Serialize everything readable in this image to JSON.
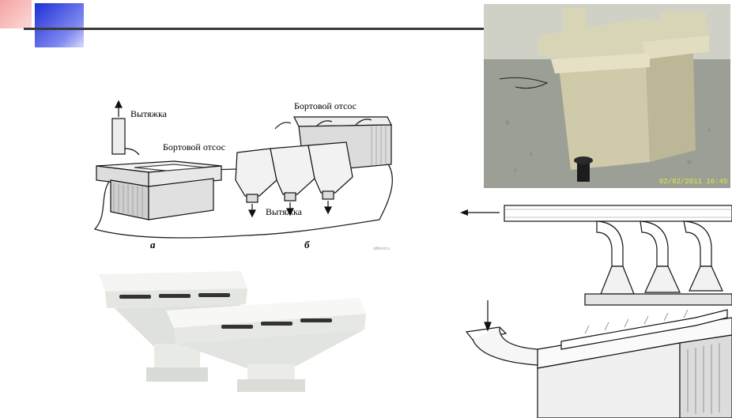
{
  "diagram_top": {
    "label_exhaust_top": "Вытяжка",
    "label_side_suction_a": "Бортовой отсос",
    "label_side_suction_b": "Бортовой отсос",
    "label_exhaust_b": "Вытяжка",
    "caption_a": "а",
    "caption_b": "б",
    "watermark": "odhost.ru"
  },
  "photo_tank": {
    "timestamp": "02/02/2011 16:45"
  },
  "colors": {
    "accent_blue": "#1f2fd6",
    "accent_red": "#f6a3a3",
    "rule": "#3a3a3a",
    "stamp_yellow": "#e8e838"
  }
}
